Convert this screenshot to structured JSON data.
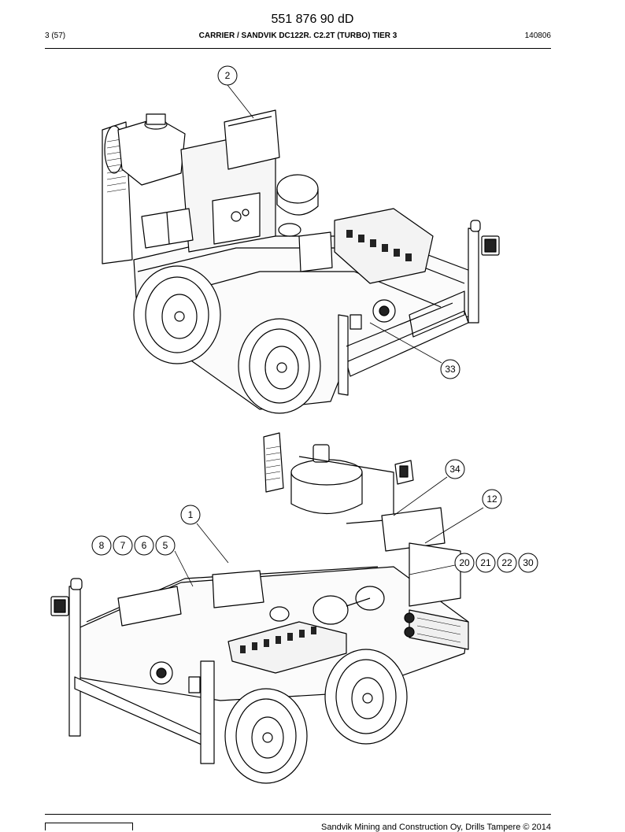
{
  "header": {
    "doc_number": "551 876 90 dD",
    "page": "3 (57)",
    "title": "CARRIER / SANDVIK DC122R. C2.2T (TURBO) TIER 3",
    "revision": "140806"
  },
  "callouts": {
    "c2": "2",
    "c33": "33",
    "c34": "34",
    "c12": "12",
    "c1": "1",
    "c8": "8",
    "c7": "7",
    "c6": "6",
    "c5": "5",
    "c20": "20",
    "c21": "21",
    "c22": "22",
    "c30": "30"
  },
  "footer": {
    "copyright": "Sandvik Mining and Construction Oy, Drills Tampere © 2014"
  }
}
